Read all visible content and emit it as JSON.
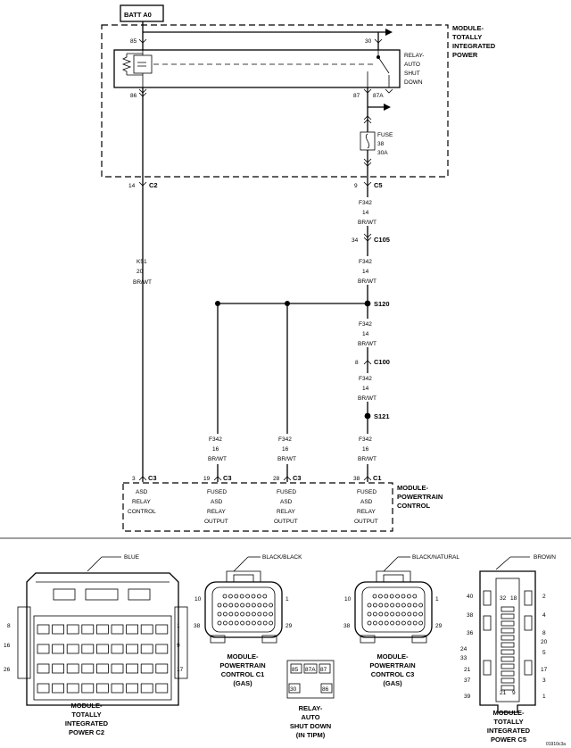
{
  "batt_label": "BATT A0",
  "tipm": {
    "line1": "MODULE-",
    "line2": "TOTALLY",
    "line3": "INTEGRATED",
    "line4": "POWER"
  },
  "relay_label": {
    "line1": "RELAY-",
    "line2": "AUTO",
    "line3": "SHUT",
    "line4": "DOWN"
  },
  "pins": {
    "p85": "85",
    "p30": "30",
    "p86": "86",
    "p87": "87",
    "p87a": "87A"
  },
  "fuse": {
    "line1": "FUSE",
    "line2": "38",
    "line3": "30A"
  },
  "conn_c2": {
    "pin": "14",
    "name": "C2"
  },
  "conn_c5": {
    "pin": "9",
    "name": "C5"
  },
  "conn_c105": {
    "pin": "34",
    "name": "C105"
  },
  "conn_c100": {
    "pin": "8",
    "name": "C100"
  },
  "splices": {
    "s120": "S120",
    "s121": "S121"
  },
  "wire_k51": {
    "circuit": "K51",
    "gauge": "20",
    "color": "BR/WT"
  },
  "wire_f342_14": {
    "circuit": "F342",
    "gauge": "14",
    "color": "BR/WT"
  },
  "wire_f342_16": {
    "circuit": "F342",
    "gauge": "16",
    "color": "BR/WT"
  },
  "pcm_pins": {
    "c3_3": {
      "pin": "3",
      "name": "C3"
    },
    "c3_19": {
      "pin": "19",
      "name": "C3"
    },
    "c3_28": {
      "pin": "28",
      "name": "C3"
    },
    "c1_38": {
      "pin": "38",
      "name": "C1"
    }
  },
  "pcm_funcs": {
    "asd_control": {
      "line1": "ASD",
      "line2": "RELAY",
      "line3": "CONTROL"
    },
    "fused_output": {
      "line1": "FUSED",
      "line2": "ASD",
      "line3": "RELAY",
      "line4": "OUTPUT"
    }
  },
  "pcm_module": {
    "line1": "MODULE-",
    "line2": "POWERTRAIN",
    "line3": "CONTROL"
  },
  "connectors": {
    "tipm_c2": {
      "color": "BLUE",
      "pin_l_top": "8",
      "pin_r_top": "1",
      "pin_l_mid": "16",
      "pin_r_mid": "9",
      "pin_l_bot": "26",
      "pin_r_bot": "17",
      "name1": "MODULE-",
      "name2": "TOTALLY",
      "name3": "INTEGRATED",
      "name4": "POWER C2"
    },
    "pcm_c1": {
      "color": "BLACK/BLACK",
      "pin_tl": "10",
      "pin_tr": "1",
      "pin_bl": "38",
      "pin_br": "29",
      "name1": "MODULE-",
      "name2": "POWERTRAIN",
      "name3": "CONTROL C1",
      "name4": "(GAS)"
    },
    "relay_asd": {
      "p85": "85",
      "p87a": "87A",
      "p87": "87",
      "p30": "30",
      "p86": "86",
      "name1": "RELAY-",
      "name2": "AUTO",
      "name3": "SHUT DOWN",
      "name4": "(IN TIPM)"
    },
    "pcm_c3": {
      "color": "BLACK/NATURAL",
      "pin_tl": "10",
      "pin_tr": "1",
      "pin_bl": "38",
      "pin_br": "29",
      "name1": "MODULE-",
      "name2": "POWERTRAIN",
      "name3": "CONTROL C3",
      "name4": "(GAS)"
    },
    "tipm_c5": {
      "color": "BROWN",
      "l40": "40",
      "l38": "38",
      "l36": "36",
      "l24": "24",
      "l33": "33",
      "l21": "21",
      "l37": "37",
      "l39": "39",
      "r2": "2",
      "r4": "4",
      "r8": "8",
      "r20": "20",
      "r5": "5",
      "r17": "17",
      "r3": "3",
      "r1": "1",
      "i32": "32",
      "i18": "18",
      "i21": "21",
      "i9": "9",
      "name1": "MODULE-",
      "name2": "TOTALLY",
      "name3": "INTEGRATED",
      "name4": "POWER C5"
    }
  },
  "figure_id": "01910c3a"
}
